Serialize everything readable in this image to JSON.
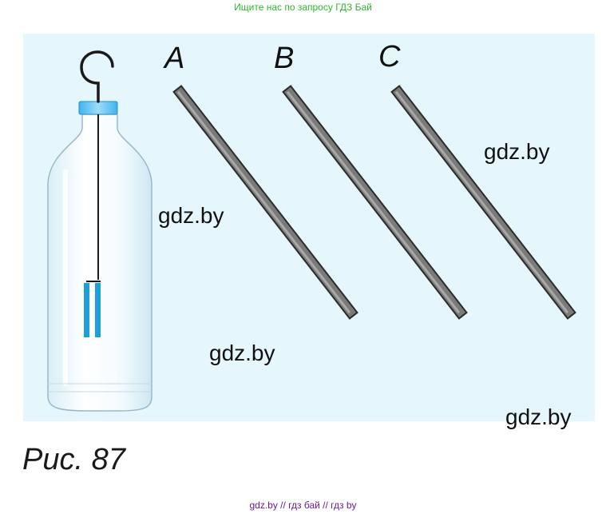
{
  "header": {
    "banner": "Ищите нас по запросу ГДЗ Бай"
  },
  "figure": {
    "rod_labels": [
      "A",
      "B",
      "C"
    ],
    "watermarks": [
      "gdz.by",
      "gdz.by",
      "gdz.by",
      "gdz.by"
    ],
    "caption": "Рис. 87"
  },
  "footer": {
    "text": "gdz.by  //  гдз бай  //  гдз by"
  },
  "colors": {
    "background_panel": "#e6f6fd",
    "rod": "#5a5a5a",
    "cap": "#4fc3f7",
    "strips": "#1e9fdc",
    "banner_text": "#2eb82e",
    "footer_text": "#6a1b9a"
  }
}
